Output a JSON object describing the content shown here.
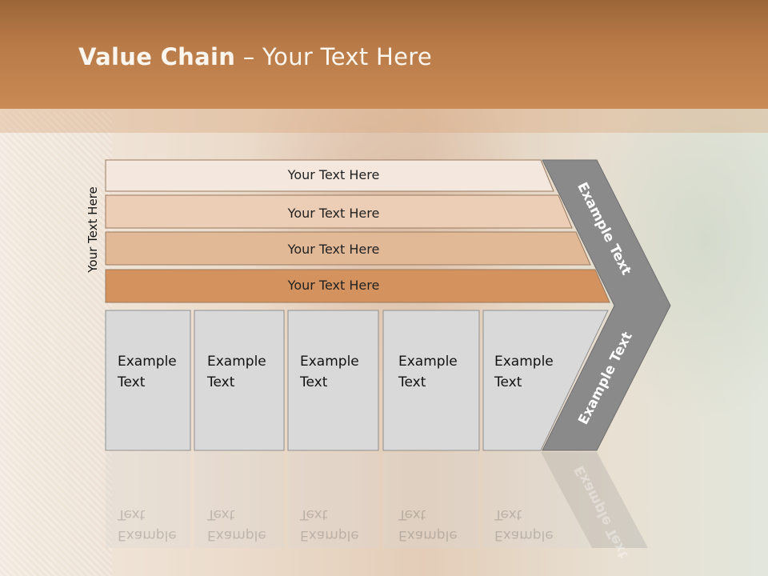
{
  "slide": {
    "title_bold": "Value Chain",
    "title_rest": " – Your Text Here",
    "side_label": "Your Text Here"
  },
  "support_bars": [
    {
      "label": "Your Text Here",
      "color": "#f4e8de"
    },
    {
      "label": "Your Text Here",
      "color": "#eccdb5"
    },
    {
      "label": "Your Text Here",
      "color": "#e2b997"
    },
    {
      "label": "Your Text Here",
      "color": "#d4935e"
    }
  ],
  "primary_boxes": [
    {
      "line1": "Example",
      "line2": "Text"
    },
    {
      "line1": "Example",
      "line2": "Text"
    },
    {
      "line1": "Example",
      "line2": "Text"
    },
    {
      "line1": "Example",
      "line2": "Text"
    },
    {
      "line1": "Example",
      "line2": "Text"
    }
  ],
  "arrow": {
    "upper_label": "Example Text",
    "lower_label": "Example Text",
    "color": "#8a8a8a"
  }
}
